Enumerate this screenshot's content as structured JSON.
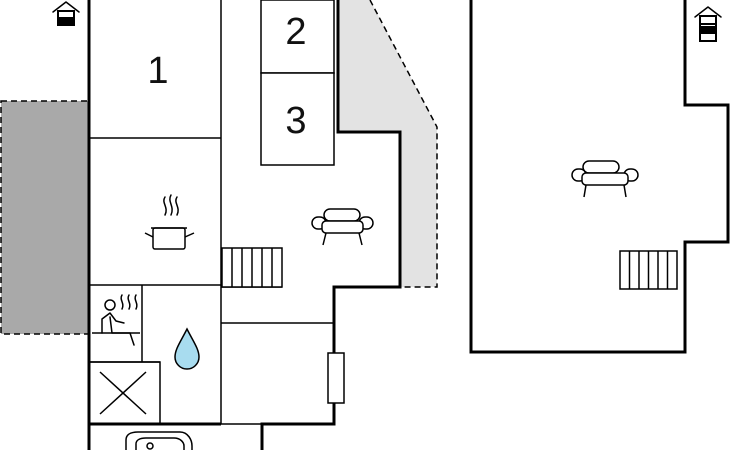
{
  "rooms": [
    {
      "label": "1"
    },
    {
      "label": "2"
    },
    {
      "label": "3"
    }
  ],
  "colors": {
    "wall": "#000000",
    "terrace_light": "#e3e3e3",
    "terrace_dark": "#a9a9a9",
    "water": "#a8dcef"
  },
  "icons": [
    "house-level-icon",
    "house-level-icon",
    "cooking-pot-icon",
    "sofa-icon",
    "sofa-icon",
    "stairs-icon",
    "stairs-icon",
    "sauna-icon",
    "water-drop-icon",
    "closet-cross-icon",
    "window-icon",
    "bathtub-icon"
  ]
}
